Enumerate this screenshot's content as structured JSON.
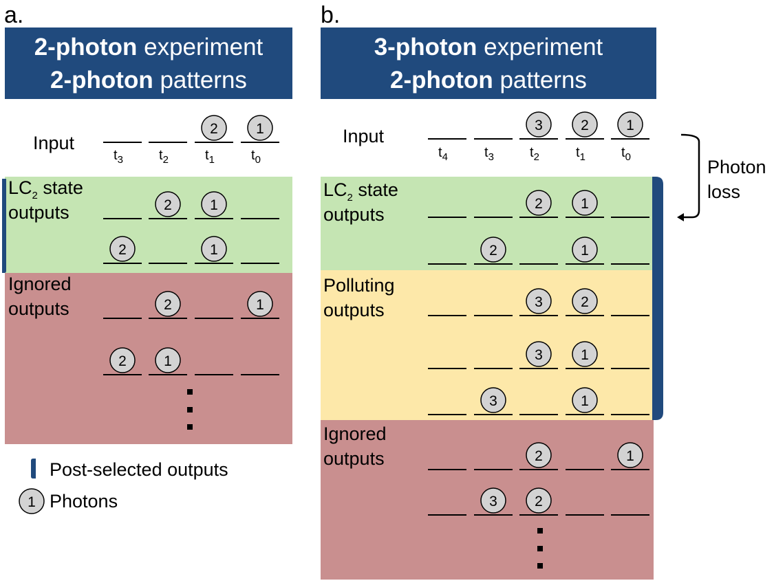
{
  "panels": {
    "a": {
      "letter": "a.",
      "title_line1_bold": "2-photon",
      "title_line1_rest": " experiment",
      "title_line2_bold": "2-photon",
      "title_line2_rest": " patterns",
      "input_label": "Input",
      "input_slots": [
        {
          "t": "t",
          "sub": "3",
          "photon": ""
        },
        {
          "t": "t",
          "sub": "2",
          "photon": ""
        },
        {
          "t": "t",
          "sub": "1",
          "photon": "2"
        },
        {
          "t": "t",
          "sub": "0",
          "photon": "1"
        }
      ],
      "sections": [
        {
          "name": "LC2 state outputs",
          "label_line1": "LC",
          "label_line1_sub": "2",
          "label_line1_rest": " state",
          "label_line2": "outputs",
          "color": "#c5e5b3",
          "rows": [
            [
              "",
              "2",
              "1",
              ""
            ],
            [
              "2",
              "",
              "1",
              ""
            ]
          ]
        },
        {
          "name": "Ignored outputs",
          "label_line1": "Ignored",
          "label_line2": "outputs",
          "color": "#c98f8f",
          "rows": [
            [
              "",
              "2",
              "",
              "1"
            ],
            [
              "2",
              "1",
              "",
              ""
            ]
          ],
          "ellipsis": true
        }
      ]
    },
    "b": {
      "letter": "b.",
      "title_line1_bold": "3-photon",
      "title_line1_rest": " experiment",
      "title_line2_bold": "2-photon",
      "title_line2_rest": " patterns",
      "input_label": "Input",
      "input_slots": [
        {
          "t": "t",
          "sub": "4",
          "photon": ""
        },
        {
          "t": "t",
          "sub": "3",
          "photon": ""
        },
        {
          "t": "t",
          "sub": "2",
          "photon": "3"
        },
        {
          "t": "t",
          "sub": "1",
          "photon": "2"
        },
        {
          "t": "t",
          "sub": "0",
          "photon": "1"
        }
      ],
      "photon_loss_line1": "Photon",
      "photon_loss_line2": "loss",
      "sections": [
        {
          "name": "LC2 state outputs",
          "label_line1": "LC",
          "label_line1_sub": "2",
          "label_line1_rest": " state",
          "label_line2": "outputs",
          "color": "#c5e5b3",
          "rows": [
            [
              "",
              "",
              "2",
              "1",
              ""
            ],
            [
              "",
              "2",
              "",
              "1",
              ""
            ]
          ]
        },
        {
          "name": "Polluting outputs",
          "label_line1": "Polluting",
          "label_line2": "outputs",
          "color": "#fde8a9",
          "rows": [
            [
              "",
              "",
              "3",
              "2",
              ""
            ],
            [
              "",
              "",
              "3",
              "1",
              ""
            ],
            [
              "",
              "3",
              "",
              "1",
              ""
            ]
          ]
        },
        {
          "name": "Ignored outputs",
          "label_line1": "Ignored",
          "label_line2": "outputs",
          "color": "#c98f8f",
          "rows": [
            [
              "",
              "",
              "2",
              "",
              "1"
            ],
            [
              "",
              "3",
              "2",
              "",
              ""
            ]
          ],
          "ellipsis": true
        }
      ]
    }
  },
  "legend": {
    "post_selected": "Post-selected outputs",
    "photon_symbol": "1",
    "photons": "Photons"
  },
  "colors": {
    "title_bg": "#204a7d",
    "green": "#c5e5b3",
    "yellow": "#fde8a9",
    "red": "#c98f8f",
    "photon_fill": "#d3d3d3",
    "post_select_bar": "#204a7d"
  }
}
